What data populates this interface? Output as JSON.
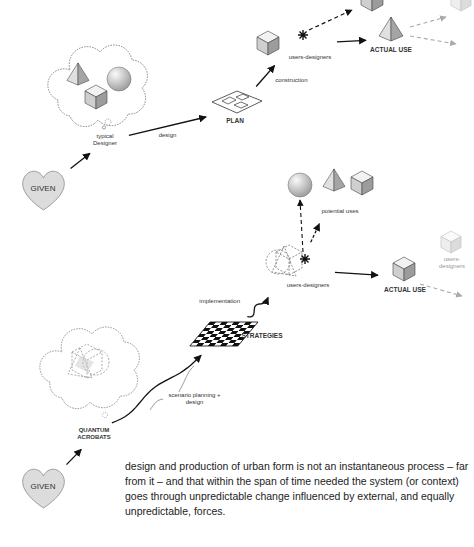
{
  "diagram": {
    "nodes": [
      {
        "text": [
          "GIVEN"
        ]
      },
      {
        "text": [
          "typical Designer"
        ]
      },
      {
        "text": [
          "PLAN"
        ]
      },
      {
        "text": [
          "users-designers"
        ]
      },
      {
        "text": [
          "ACTUAL USE"
        ]
      },
      {
        "text": [
          "GIVEN"
        ]
      },
      {
        "text": [
          "QUANTUM ACROBATS"
        ]
      },
      {
        "text": [
          "STRATEGIES"
        ]
      },
      {
        "text": [
          "users-designers"
        ]
      },
      {
        "text": [
          "potential uses"
        ]
      },
      {
        "text": [
          "ACTUAL USE"
        ]
      },
      {
        "text": [
          "users-designers"
        ]
      }
    ],
    "edges": [
      {
        "from": 0,
        "to": 1,
        "arrow": "to"
      },
      {
        "from": 1,
        "to": 2,
        "label": "design",
        "arrow": "to"
      },
      {
        "from": 2,
        "to": 3,
        "label": "construction",
        "arrow": "to"
      },
      {
        "from": 3,
        "to": 4,
        "arrow": "to"
      },
      {
        "from": 5,
        "to": 6,
        "arrow": "to"
      },
      {
        "from": 6,
        "to": 7,
        "label": "scenario planning + design",
        "arrow": "to"
      },
      {
        "from": 7,
        "to": 8,
        "label": "implementation",
        "arrow": "to"
      },
      {
        "from": 8,
        "to": 9,
        "arrow": "to"
      },
      {
        "from": 8,
        "to": 10,
        "arrow": "to"
      }
    ],
    "labels": [
      "design and production of urban form is not an instantaneous process – far from it – and that within the span of time needed the system (or context) goes through unpredictable change influenced by external, and equally unpredictable, forces."
    ]
  }
}
